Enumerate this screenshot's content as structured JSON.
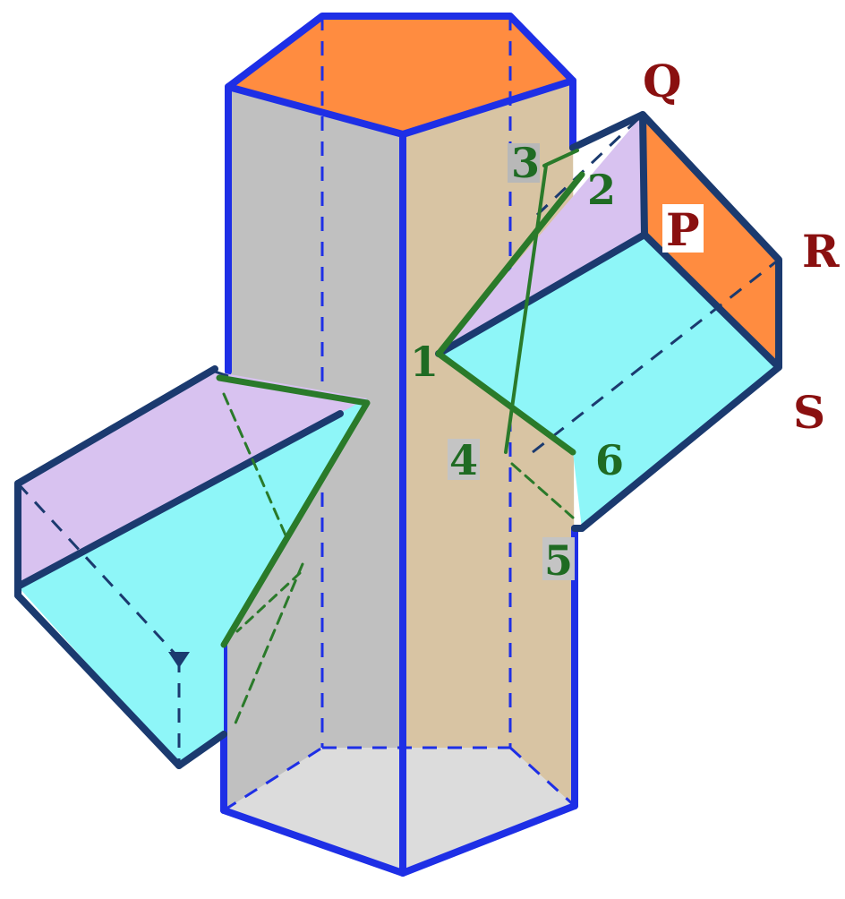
{
  "points": {
    "p1": "1",
    "p2": "2",
    "p3": "3",
    "p4": "4",
    "p5": "5",
    "p6": "6"
  },
  "vertices": {
    "Q": "Q",
    "P": "P",
    "R": "R",
    "S": "S"
  },
  "colors": {
    "column_left_face": "#c0c0c0",
    "column_right_face": "#d8c4a3",
    "column_top": "#ff8c40",
    "prism_top_face": "#d8c2f0",
    "prism_front_face": "#8ef6f8",
    "prism_end_face": "#ff8c40",
    "column_edges": "#1e2fe6",
    "prism_edges": "#1b3a6f",
    "intersection_lines": "#2a7a2a",
    "point_labels": "#1f6b23",
    "vertex_labels": "#8a1010"
  }
}
